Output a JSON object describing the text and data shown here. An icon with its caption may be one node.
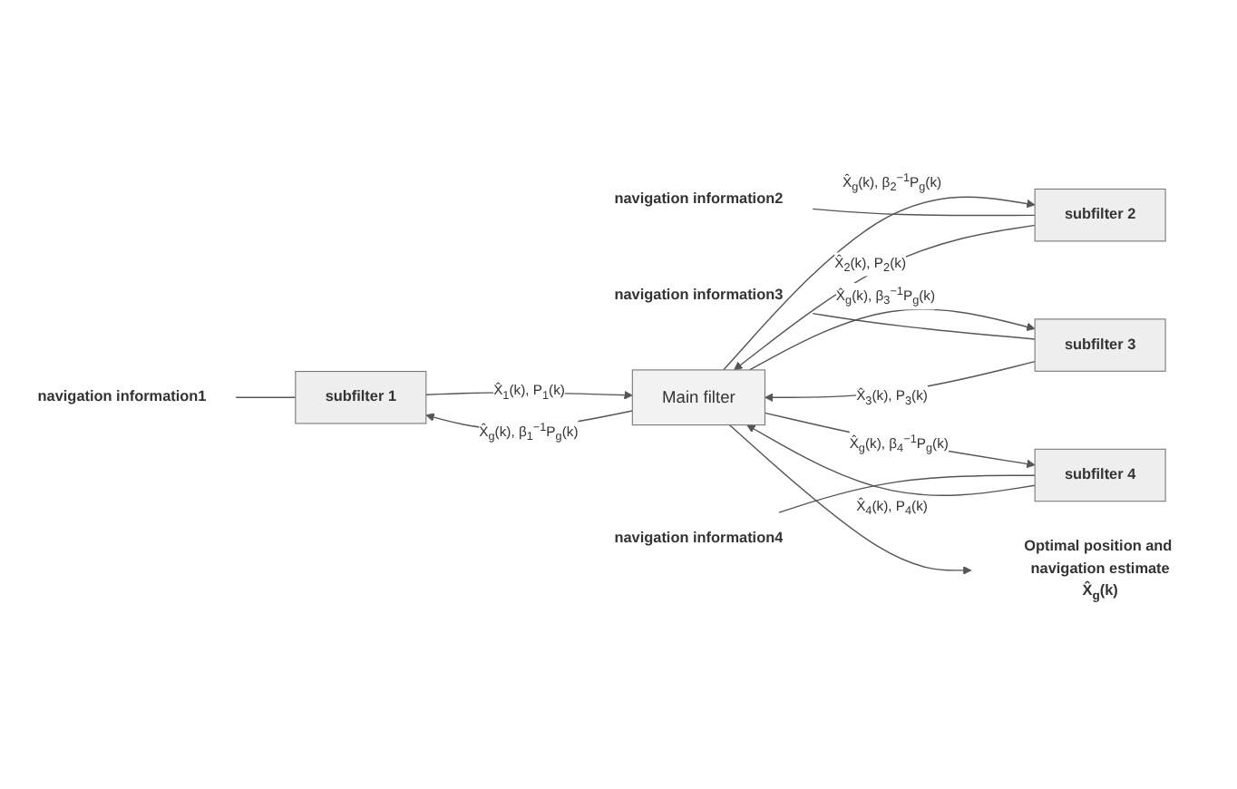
{
  "diagram": {
    "nodes": [
      {
        "text": [
          "navigation information1"
        ]
      },
      {
        "text": [
          "subfilter 1"
        ]
      },
      {
        "text": [
          "navigation information2"
        ]
      },
      {
        "text": [
          "subfilter 2"
        ]
      },
      {
        "text": [
          "navigation information3"
        ]
      },
      {
        "text": [
          "subfilter 3"
        ]
      },
      {
        "text": [
          "navigation information4"
        ]
      },
      {
        "text": [
          "subfilter 4"
        ]
      },
      {
        "text": [
          "Main filter"
        ]
      },
      {
        "text": [
          "Optimal position and navigation estimate",
          "X̂$_{g}$(k)"
        ]
      }
    ],
    "edges": [
      {
        "from": 8,
        "to": 1,
        "arrow": "to",
        "label": "X̂$_{g}$(k), β$_{1}$$^{−1}$P$_{g}$(k)"
      },
      {
        "from": 0,
        "to": 1,
        "arrow": "none"
      },
      {
        "from": 1,
        "to": 8,
        "arrow": "to",
        "label": "X̂$_{1}$(k), P$_{1}$(k)"
      },
      {
        "from": 8,
        "to": 3,
        "arrow": "to",
        "label": "X̂$_{g}$(k), β$_{2}$$^{−1}$P$_{g}$(k)"
      },
      {
        "from": 2,
        "to": 3,
        "arrow": "none"
      },
      {
        "from": 3,
        "to": 8,
        "arrow": "to",
        "label": "X̂$_{2}$(k), P$_{2}$(k)"
      },
      {
        "from": 8,
        "to": 5,
        "arrow": "to",
        "label": "X̂$_{g}$(k), β$_{3}$$^{−1}$P$_{g}$(k)"
      },
      {
        "from": 4,
        "to": 5,
        "arrow": "none"
      },
      {
        "from": 5,
        "to": 8,
        "arrow": "to",
        "label": "X̂$_{3}$(k), P$_{3}$(k)"
      },
      {
        "from": 8,
        "to": 7,
        "arrow": "to",
        "label": "X̂$_{g}$(k), β$_{4}$$^{−1}$P$_{g}$(k)"
      },
      {
        "from": 6,
        "to": 7,
        "arrow": "none"
      },
      {
        "from": 7,
        "to": 8,
        "arrow": "to",
        "label": "X̂$_{4}$(k), P$_{4}$(k)"
      },
      {
        "from": 8,
        "to": 9,
        "arrow": "to"
      }
    ]
  }
}
